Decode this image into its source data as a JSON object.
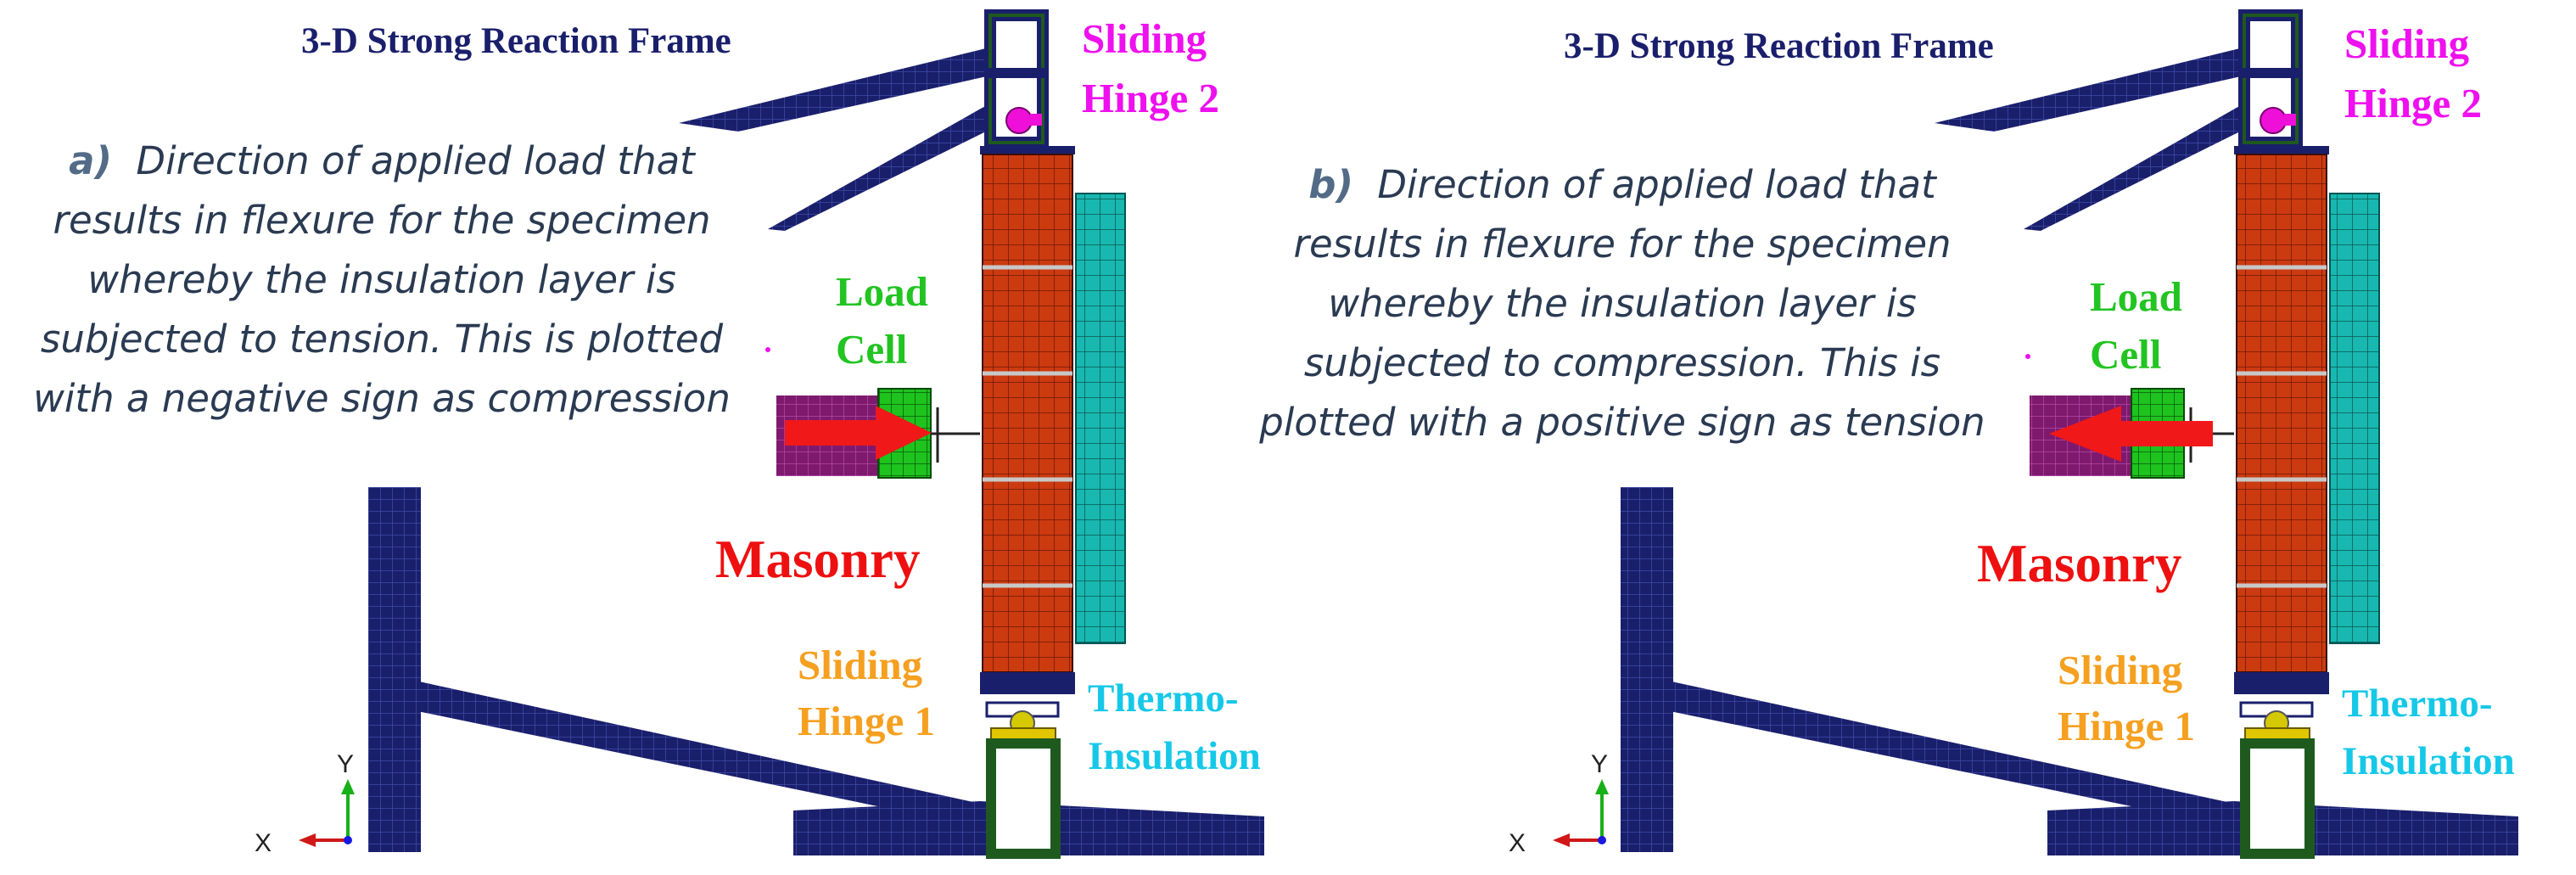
{
  "colors": {
    "frame": "#1a1f6b",
    "frame_mesh": "#3d4aa8",
    "masonry": "#cc3a10",
    "insulation": "#18b8b0",
    "load_cell": "#1ec31e",
    "actuator": "#7e1a6e",
    "arrow": "#f01818",
    "hinge_frame": "#1e5a1e",
    "hinge_ball": "#d4c800",
    "hinge2_ball": "#ee10d8",
    "caption_text": "#2a3a52",
    "caption_letter": "#536b87",
    "frame_label": "#1a1f6b",
    "hinge2_label": "#ee10ee",
    "load_cell_label": "#22c422",
    "masonry_label": "#ee1010",
    "hinge1_label": "#f5a020",
    "insulation_label": "#16c8e8"
  },
  "panels": [
    {
      "caption": {
        "letter": "a)",
        "lines": [
          "Direction of applied load that",
          "results in flexure for the specimen",
          "whereby the insulation layer is",
          "subjected to tension. This is plotted",
          "with a negative sign as compression"
        ]
      },
      "labels": {
        "frame": "3-D Strong Reaction Frame",
        "hinge2_line1": "Sliding",
        "hinge2_line2": "Hinge 2",
        "load_cell_line1": "Load",
        "load_cell_line2": "Cell",
        "masonry": "Masonry",
        "hinge1_line1": "Sliding",
        "hinge1_line2": "Hinge 1",
        "insulation_line1": "Thermo-",
        "insulation_line2": "Insulation"
      },
      "axis": {
        "y": "Y",
        "x": "X"
      },
      "load_direction": "toward-wall"
    },
    {
      "caption": {
        "letter": "b)",
        "lines": [
          "Direction of applied load that",
          "results in flexure for the specimen",
          "whereby the insulation layer is",
          "subjected to compression. This is",
          "plotted with a positive sign as tension"
        ]
      },
      "labels": {
        "frame": "3-D Strong Reaction Frame",
        "hinge2_line1": "Sliding",
        "hinge2_line2": "Hinge 2",
        "load_cell_line1": "Load",
        "load_cell_line2": "Cell",
        "masonry": "Masonry",
        "hinge1_line1": "Sliding",
        "hinge1_line2": "Hinge 1",
        "insulation_line1": "Thermo-",
        "insulation_line2": "Insulation"
      },
      "axis": {
        "y": "Y",
        "x": "X"
      },
      "load_direction": "away-from-wall"
    }
  ]
}
